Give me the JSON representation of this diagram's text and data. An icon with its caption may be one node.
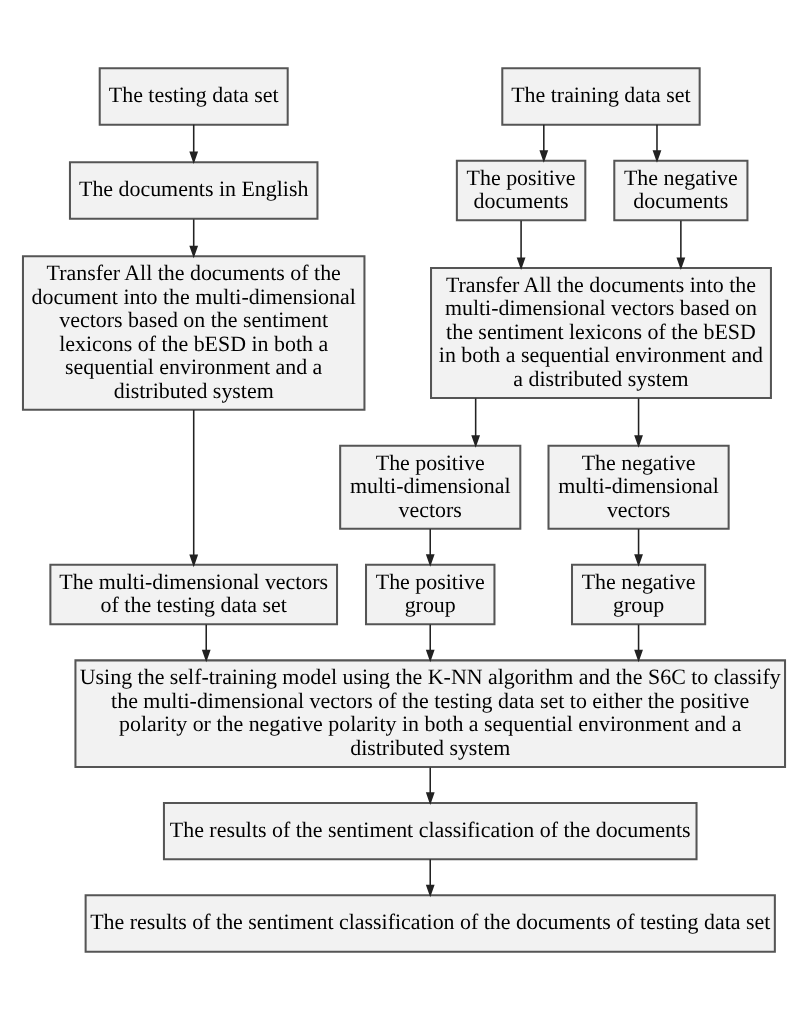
{
  "diagram": {
    "nodes": [
      {
        "text": [
          "The testing data set"
        ]
      },
      {
        "text": [
          "The training data set"
        ]
      },
      {
        "text": [
          "The positive documents"
        ]
      },
      {
        "text": [
          "The negative documents"
        ]
      },
      {
        "text": [
          "The documents in English"
        ]
      },
      {
        "text": [
          "Transfer All the documents into the multi-dimensional vectors based on the sentiment lexicons of the bESD in both a sequential environment and a distributed system"
        ]
      },
      {
        "text": [
          "Transfer All the documents of the document into the multi-dimensional vectors based on the sentiment lexicons of the bESD in both a sequential environment and a distributed system"
        ]
      },
      {
        "text": [
          "The positive multi-dimensional vectors"
        ]
      },
      {
        "text": [
          "The negative multi-dimensional vectors"
        ]
      },
      {
        "text": [
          "The multi-dimensional vectors of the testing data set"
        ]
      },
      {
        "text": [
          "The positive group"
        ]
      },
      {
        "text": [
          "The negative group"
        ]
      },
      {
        "text": [
          "Using the self-training model using the K-NN algorithm and the S6C to classify the multi-dimensional vectors of the testing data set to either the positive polarity or the negative polarity in both a sequential environment and a distributed system"
        ]
      },
      {
        "text": [
          "The results of the sentiment classification of the documents"
        ]
      },
      {
        "text": [
          "The results of the sentiment classification of the documents of testing data set"
        ]
      }
    ],
    "edges": [
      {
        "from": 0,
        "to": 4,
        "arrow": "to"
      },
      {
        "from": 1,
        "to": 2,
        "arrow": "to"
      },
      {
        "from": 1,
        "to": 3,
        "arrow": "to"
      },
      {
        "from": 2,
        "to": 5,
        "arrow": "to"
      },
      {
        "from": 3,
        "to": 5,
        "arrow": "to"
      },
      {
        "from": 4,
        "to": 6,
        "arrow": "to"
      },
      {
        "from": 5,
        "to": 7,
        "arrow": "to"
      },
      {
        "from": 5,
        "to": 8,
        "arrow": "to"
      },
      {
        "from": 6,
        "to": 9,
        "arrow": "to"
      },
      {
        "from": 7,
        "to": 10,
        "arrow": "to"
      },
      {
        "from": 8,
        "to": 11,
        "arrow": "to"
      },
      {
        "from": 9,
        "to": 12,
        "arrow": "to"
      },
      {
        "from": 10,
        "to": 12,
        "arrow": "to"
      },
      {
        "from": 11,
        "to": 12,
        "arrow": "to"
      },
      {
        "from": 12,
        "to": 13,
        "arrow": "to"
      },
      {
        "from": 13,
        "to": 14,
        "arrow": "to"
      }
    ]
  }
}
